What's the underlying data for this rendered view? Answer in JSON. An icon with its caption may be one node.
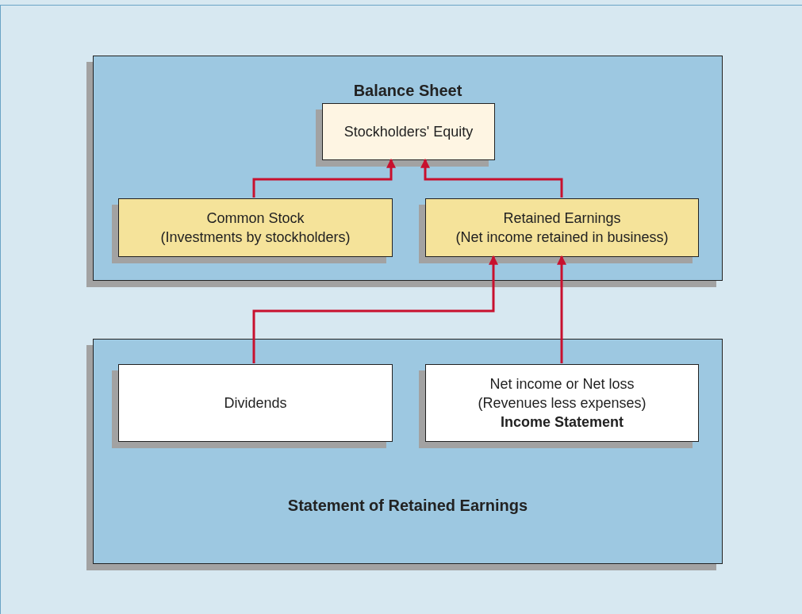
{
  "diagram": {
    "nodes": [
      {
        "text": [
          "Balance Sheet"
        ]
      },
      {
        "text": [
          "Stockholders' Equity"
        ],
        "in": 0
      },
      {
        "text": [
          "Common Stock",
          "(Investments by stockholders)"
        ],
        "in": 0
      },
      {
        "text": [
          "Retained Earnings",
          "(Net income retained in business)"
        ],
        "in": 0
      },
      {
        "text": [
          "Statement of Retained Earnings"
        ]
      },
      {
        "text": [
          "Dividends"
        ],
        "in": 4
      },
      {
        "text": [
          "Net income or Net loss",
          "(Revenues less expenses)",
          "**Income Statement**"
        ],
        "in": 4
      }
    ],
    "edges": [
      {
        "from": 2,
        "to": 1,
        "arrow": "to"
      },
      {
        "from": 3,
        "to": 1,
        "arrow": "to"
      },
      {
        "from": 5,
        "to": 3,
        "arrow": "to"
      },
      {
        "from": 6,
        "to": 3,
        "arrow": "to"
      }
    ]
  }
}
